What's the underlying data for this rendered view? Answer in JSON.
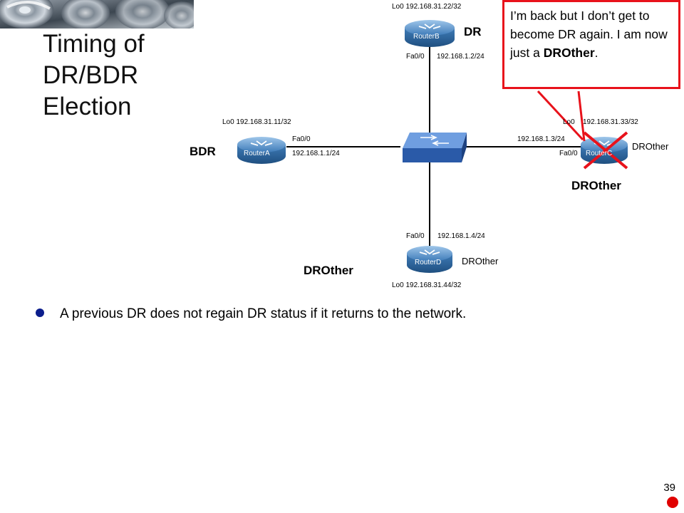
{
  "slide": {
    "title_lines": [
      "Timing of",
      "DR/BDR",
      "Election"
    ],
    "bullet": "A previous DR does not regain DR status if it returns to the network.",
    "page_number": "39"
  },
  "callout": {
    "text_plain": "I’m back but I don’t get to become DR again. I am now just a ",
    "text_bold": "DROther",
    "text_end": "."
  },
  "routers": {
    "a": {
      "name": "RouterA",
      "loopback": "Lo0 192.168.31.11/32",
      "iface": "Fa0/0",
      "ip": "192.168.1.1/24",
      "role": "BDR"
    },
    "b": {
      "name": "RouterB",
      "loopback": "Lo0 192.168.31.22/32",
      "iface": "Fa0/0",
      "ip": "192.168.1.2/24",
      "role": "DR"
    },
    "c": {
      "name": "RouterC",
      "loopback": "Lo0",
      "loopback_ip": "192.168.31.33/32",
      "iface": "Fa0/0",
      "ip": "192.168.1.3/24",
      "state": "DROther",
      "role": "DROther"
    },
    "d": {
      "name": "RouterD",
      "loopback": "Lo0 192.168.31.44/32",
      "iface": "Fa0/0",
      "ip": "192.168.1.4/24",
      "state": "DROther",
      "role": "DROther"
    }
  },
  "colors": {
    "accent": "#e8121b",
    "router_blue": "#2b6aa3",
    "switch_blue": "#5b8fd6",
    "bullet": "#0b1d8c"
  }
}
